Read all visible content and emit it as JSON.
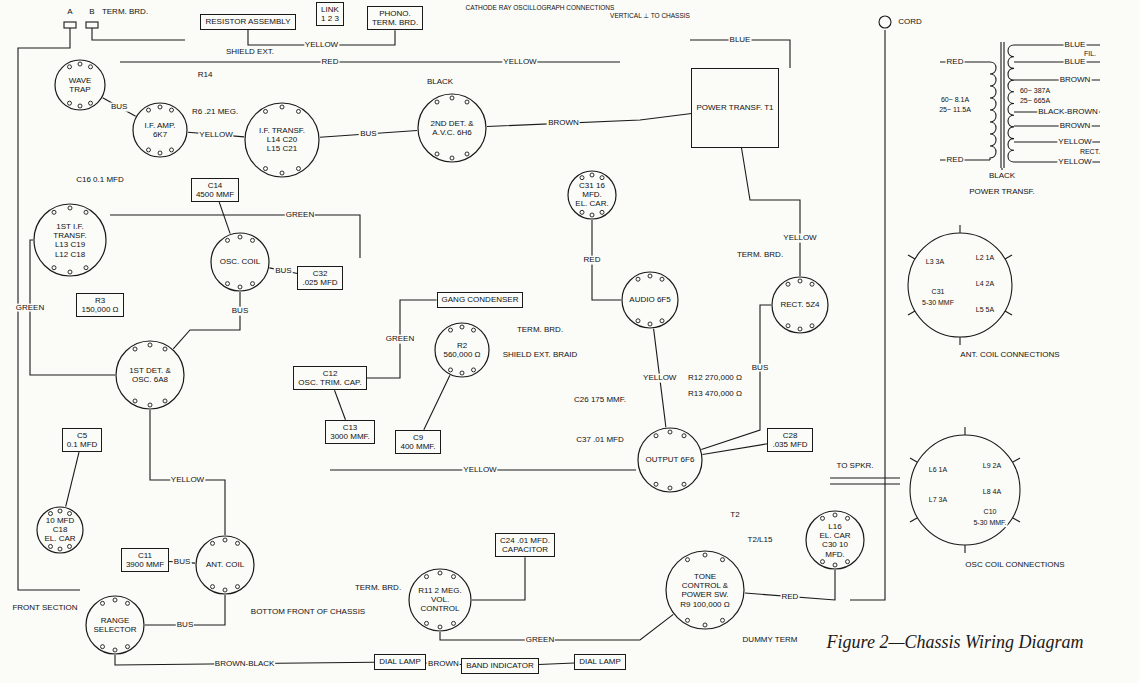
{
  "diagram": {
    "caption": "Figure 2—Chassis Wiring Diagram",
    "nodes": [
      {
        "text": [
          "RESISTOR ASSEMBLY"
        ]
      },
      {
        "text": [
          "LINK",
          "1 2 3"
        ]
      },
      {
        "text": [
          "PHONO.",
          "TERM. BRD."
        ]
      },
      {
        "text": [
          "WAVE TRAP"
        ]
      },
      {
        "text": [
          "I.F. AMP. 6K7"
        ]
      },
      {
        "text": [
          "I.F. TRANSF.",
          "L14 C20",
          "L15 C21"
        ]
      },
      {
        "text": [
          "2ND DET. & A.V.C. 6H6"
        ]
      },
      {
        "text": [
          "C31 16 MFD.",
          "EL. CAR."
        ]
      },
      {
        "text": [
          "POWER TRANSF. T1"
        ]
      },
      {
        "text": [
          "1ST I.F. TRANSF.",
          "L13 C19",
          "L12 C18"
        ]
      },
      {
        "text": [
          "OSC. COIL"
        ]
      },
      {
        "text": [
          "C14",
          "4500 MMF"
        ]
      },
      {
        "text": [
          "C32",
          ".025 MFD"
        ]
      },
      {
        "text": [
          "GANG CONDENSER"
        ]
      },
      {
        "text": [
          "R2",
          "560,000 Ω"
        ]
      },
      {
        "text": [
          "AUDIO 6F5"
        ]
      },
      {
        "text": [
          "RECT. 5Z4"
        ]
      },
      {
        "text": [
          "1ST DET. & OSC. 6A8"
        ]
      },
      {
        "text": [
          "R3",
          "150,000 Ω"
        ]
      },
      {
        "text": [
          "C5",
          "0.1 MFD"
        ]
      },
      {
        "text": [
          "10 MFD",
          "C18",
          "EL. CAR"
        ]
      },
      {
        "text": [
          "C12",
          "OSC. TRIM. CAP."
        ]
      },
      {
        "text": [
          "C13",
          "3000 MMF."
        ]
      },
      {
        "text": [
          "C9",
          "400 MMF."
        ]
      },
      {
        "text": [
          "OUTPUT 6F6"
        ]
      },
      {
        "text": [
          "C28",
          ".035 MFD"
        ]
      },
      {
        "text": [
          "L16",
          "EL. CAR",
          "C30 10 MFD."
        ]
      },
      {
        "text": [
          "ANT. COIL"
        ]
      },
      {
        "text": [
          "C11",
          "3900 MMF"
        ]
      },
      {
        "text": [
          "RANGE SELECTOR"
        ]
      },
      {
        "text": [
          "C24 .01 MFD.",
          "CAPACITOR"
        ]
      },
      {
        "text": [
          "R11 2 MEG.",
          "VOL. CONTROL"
        ]
      },
      {
        "text": [
          "TONE CONTROL & POWER SW.",
          "R9 100,000 Ω"
        ]
      },
      {
        "text": [
          "DIAL LAMP"
        ]
      },
      {
        "text": [
          "BAND INDICATOR"
        ]
      },
      {
        "text": [
          "DIAL LAMP"
        ]
      }
    ],
    "edges": [
      {
        "from": 4,
        "to": 5,
        "arrow": "none",
        "label": "YELLOW"
      },
      {
        "from": 5,
        "to": 6,
        "arrow": "none",
        "label": "BUS"
      },
      {
        "from": 6,
        "to": 8,
        "arrow": "none",
        "label": "BROWN"
      },
      {
        "from": 9,
        "to": 17,
        "arrow": "none",
        "label": "GREEN"
      },
      {
        "from": 10,
        "to": 17,
        "arrow": "none",
        "label": "BUS"
      },
      {
        "from": 17,
        "to": 27,
        "arrow": "none",
        "label": "YELLOW"
      },
      {
        "from": 27,
        "to": 29,
        "arrow": "none",
        "label": "BUS"
      },
      {
        "from": 12,
        "to": 10,
        "arrow": "none",
        "label": "BUS"
      },
      {
        "from": 13,
        "to": 21,
        "arrow": "none",
        "label": "GREEN"
      },
      {
        "from": 15,
        "to": 24,
        "arrow": "none",
        "label": "YELLOW"
      },
      {
        "from": 24,
        "to": 16,
        "arrow": "none",
        "label": "BUS"
      },
      {
        "from": 16,
        "to": 8,
        "arrow": "none",
        "label": "YELLOW"
      },
      {
        "from": 7,
        "to": 15,
        "arrow": "none",
        "label": "RED"
      },
      {
        "from": 31,
        "to": 32,
        "arrow": "none",
        "label": "GREEN"
      },
      {
        "from": 26,
        "to": 32,
        "arrow": "none",
        "label": "RED"
      },
      {
        "from": 29,
        "to": 33,
        "arrow": "none",
        "label": "BROWN-BLACK"
      },
      {
        "from": 33,
        "to": 34,
        "arrow": "none",
        "label": "BROWN"
      },
      {
        "from": 34,
        "to": 35,
        "arrow": "none"
      },
      {
        "from": 0,
        "to": 2,
        "arrow": "none",
        "label": "YELLOW"
      },
      {
        "from": 28,
        "to": 27,
        "arrow": "none",
        "label": "BUS"
      },
      {
        "from": 30,
        "to": 31,
        "arrow": "none"
      },
      {
        "from": 3,
        "to": 4,
        "arrow": "none",
        "label": "BUS"
      },
      {
        "from": 11,
        "to": 10,
        "arrow": "none"
      },
      {
        "from": 20,
        "to": 19,
        "arrow": "none"
      },
      {
        "from": 22,
        "to": 21,
        "arrow": "none"
      },
      {
        "from": 23,
        "to": 14,
        "arrow": "none"
      },
      {
        "from": 25,
        "to": 24,
        "arrow": "none"
      }
    ],
    "labels": [
      "A",
      "B",
      "TERM. BRD.",
      "CATHODE RAY OSCILLOGRAPH CONNECTIONS",
      "VERTICAL ⊥ TO CHASSIS",
      "CORD",
      "R14",
      "R6 .21 MEG.",
      "C16 0.1 MFD",
      "RED",
      "YELLOW",
      "BLACK",
      "BLUE",
      "GREEN",
      "SHIELD EXT.",
      "TERM. BRD.",
      "TERM. BRD.",
      "SHIELD EXT. BRAID",
      "R12 270,000 Ω",
      "R13 470,000 Ω",
      "C26 175 MMF.",
      "C37 .01 MFD",
      "T2",
      "T2/L15",
      "TO SPKR.",
      "BOTTOM FRONT OF CHASSIS",
      "FRONT SECTION",
      "TERM. BRD.",
      "DUMMY TERM",
      "YELLOW",
      "RED",
      "BLUE",
      "FIL.",
      "BLUE",
      "BROWN",
      "60~ 387A",
      "25~ 665A",
      "BLACK-BROWN",
      "BROWN",
      "YELLOW",
      "RECT.",
      "YELLOW",
      "60~ 8.1A",
      "25~ 11.5A",
      "RED",
      "BLACK",
      "POWER TRANSF.",
      "L3 3A",
      "L2 1A",
      "L4 2A",
      "L5 5A",
      "C31",
      "5-30 MMF",
      "ANT. COIL CONNECTIONS",
      "L6 1A",
      "L9 2A",
      "L7 3A",
      "L8 4A",
      "C10",
      "5-30 MMF.",
      "OSC COIL CONNECTIONS"
    ]
  }
}
